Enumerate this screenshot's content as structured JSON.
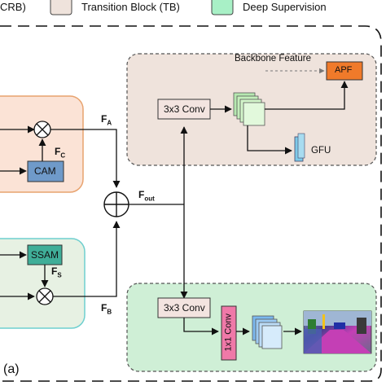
{
  "legend": {
    "crb_fragment": "CRB)",
    "transition_block": "Transition Block (TB)",
    "deep_supervision": "Deep Supervision"
  },
  "colors": {
    "crb_fill": "#fbe3d6",
    "crb_border": "#e8a36f",
    "tb_fill": "#efe3dc",
    "ds_fill": "#cfefd6",
    "lower_crb_fill": "#e7f1e3",
    "lower_crb_border": "#6fcfcf",
    "cam_fill": "#6f9ac9",
    "ssam_fill": "#3fae98",
    "apf_fill": "#f07a2a",
    "conv1x1_fill": "#ef79a8",
    "conv3x3_fill": "#f3e4e0"
  },
  "labels": {
    "backbone_feature": "Backbone Feature",
    "apf": "APF",
    "conv3x3_top": "3x3 Conv",
    "gfu": "GFU",
    "cam": "CAM",
    "ssam": "SSAM",
    "conv3x3_bottom": "3x3 Conv",
    "conv1x1": "1x1 Conv",
    "panel": "(a)"
  },
  "symbols": {
    "fa": "F",
    "fa_sub": "A",
    "fc": "F",
    "fc_sub": "C",
    "fout": "F",
    "fout_sub": "out",
    "fs": "F",
    "fs_sub": "S",
    "fb": "F",
    "fb_sub": "B"
  }
}
